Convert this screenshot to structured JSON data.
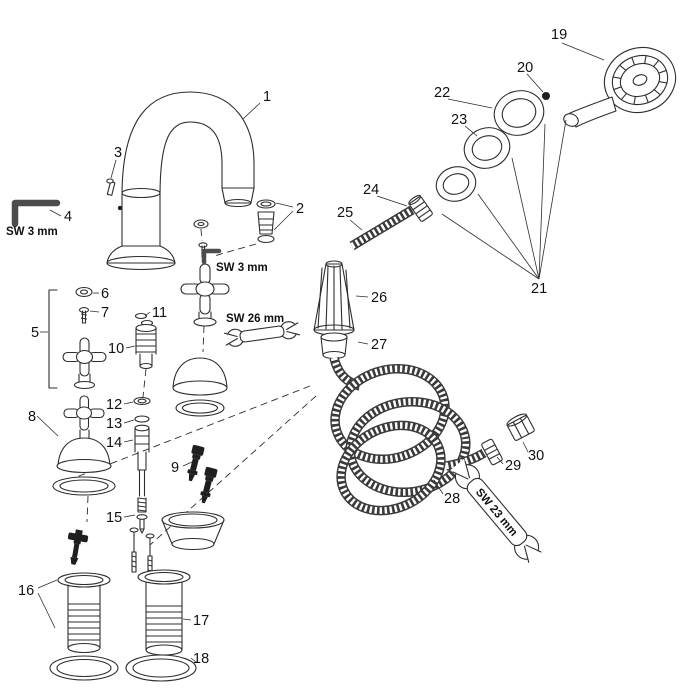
{
  "colors": {
    "line": "#2e2e2e",
    "dark_parts": "#1f1f1f",
    "background": "#ffffff"
  },
  "parts": {
    "p1": "1",
    "p2": "2",
    "p3": "3",
    "p4": "4",
    "p5": "5",
    "p6": "6",
    "p7": "7",
    "p8": "8",
    "p9": "9",
    "p10": "10",
    "p11": "11",
    "p12": "12",
    "p13": "13",
    "p14": "14",
    "p15": "15",
    "p16": "16",
    "p17": "17",
    "p18": "18",
    "p19": "19",
    "p20": "20",
    "p21": "21",
    "p22": "22",
    "p23": "23",
    "p24": "24",
    "p25": "25",
    "p26": "26",
    "p27": "27",
    "p28": "28",
    "p29": "29",
    "p30": "30"
  },
  "annotations": {
    "sw3_left": "SW 3 mm",
    "sw3_mid": "SW 3 mm",
    "sw26": "SW 26 mm",
    "sw23": "SW 23 mm"
  }
}
